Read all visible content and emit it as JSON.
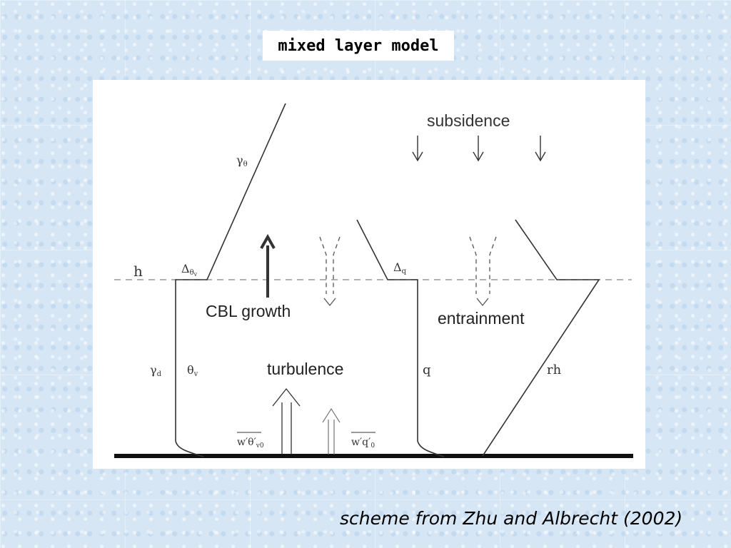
{
  "title": "mixed layer model",
  "caption": "scheme from Zhu and Albrecht (2002)",
  "diagram": {
    "labels": {
      "subsidence": "subsidence",
      "cbl_growth": "CBL growth",
      "entrainment": "entrainment",
      "turbulence": "turbulence",
      "h": "h",
      "gamma_theta": "γ",
      "gamma_theta_sub": "θ",
      "gamma_d": "γ",
      "gamma_d_sub": "d",
      "delta_theta": "Δ",
      "delta_theta_sub": "θ",
      "delta_theta_subsub": "v",
      "delta_q": "Δ",
      "delta_q_sub": "q",
      "theta_v": "θ",
      "theta_v_sub": "v",
      "q": "q",
      "rh": "rh",
      "flux_theta": "w′θ′",
      "flux_theta_sub": "v0",
      "flux_q": "w′q′",
      "flux_q_sub": "0"
    }
  }
}
